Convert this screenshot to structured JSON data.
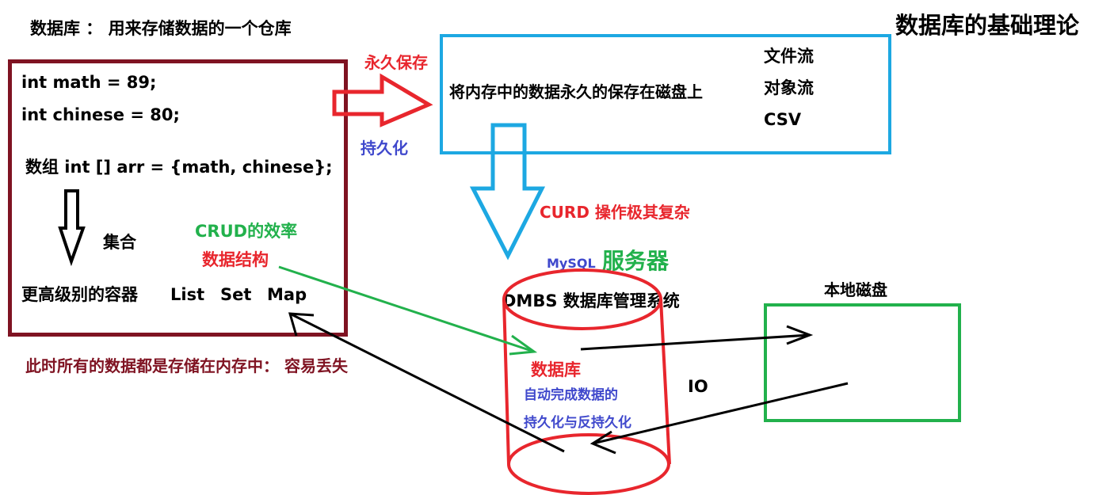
{
  "heading_left": "数据库 ： 用来存储数据的一个仓库",
  "heading_right": "数据库的基础理论",
  "memory_box": {
    "line1": "int math = 89;",
    "line2": "int chinese = 80;",
    "array_line": "数组  int [] arr = {math, chinese};",
    "collection": "集合",
    "container_label": "更高级别的容器",
    "list": "List",
    "set": "Set",
    "map": "Map"
  },
  "memory_note": "此时所有的数据都是存储在内存中：  容易丢失",
  "arrow_top_label": "永久保存",
  "arrow_bottom_label": "持久化",
  "persist_box": {
    "text": "将内存中的数据永久的保存在磁盘上",
    "items": [
      "文件流",
      "对象流",
      "CSV"
    ]
  },
  "crud_complex": "CURD 操作极其复杂",
  "crud_efficiency": "CRUD的效率",
  "data_structure": "数据结构",
  "server": {
    "mysql": "MySQL",
    "label": "服务器",
    "dbms": "DMBS 数据库管理系统"
  },
  "cylinder": {
    "label": "数据库",
    "desc1": "自动完成数据的",
    "desc2": "持久化与反持久化"
  },
  "io_label": "IO",
  "disk_label": "本地磁盘",
  "colors": {
    "maroon": "#7f1322",
    "red": "#e8262d",
    "blue": "#1da8e2",
    "green": "#22b14c",
    "purple_blue": "#3f48cc"
  }
}
